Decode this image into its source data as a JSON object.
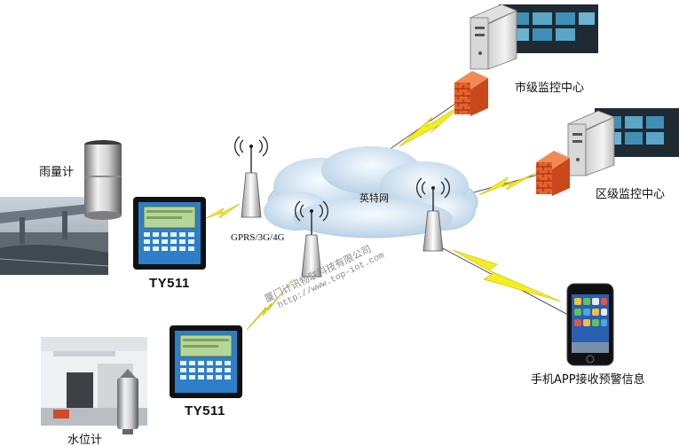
{
  "labels": {
    "rain_gauge": "雨量计",
    "water_level_meter": "水位计",
    "device_1": "TY511",
    "device_2": "TY511",
    "network_type": "GPRS/3G/4G",
    "cloud": "英特网",
    "city_center": "市级监控中心",
    "district_center": "区级监控中心",
    "mobile_app": "手机APP接收预警信息"
  },
  "watermark": {
    "company": "厦门计讯物联科技有限公司",
    "url": "http://www.top-iot.com"
  },
  "colors": {
    "cloud": "#dbe9f4",
    "lightning": "#f5ee1e",
    "firewall": "#e8602a",
    "device_frame": "#111111",
    "device_body": "#2c7fc8",
    "device_screen": "#b7d59a"
  }
}
